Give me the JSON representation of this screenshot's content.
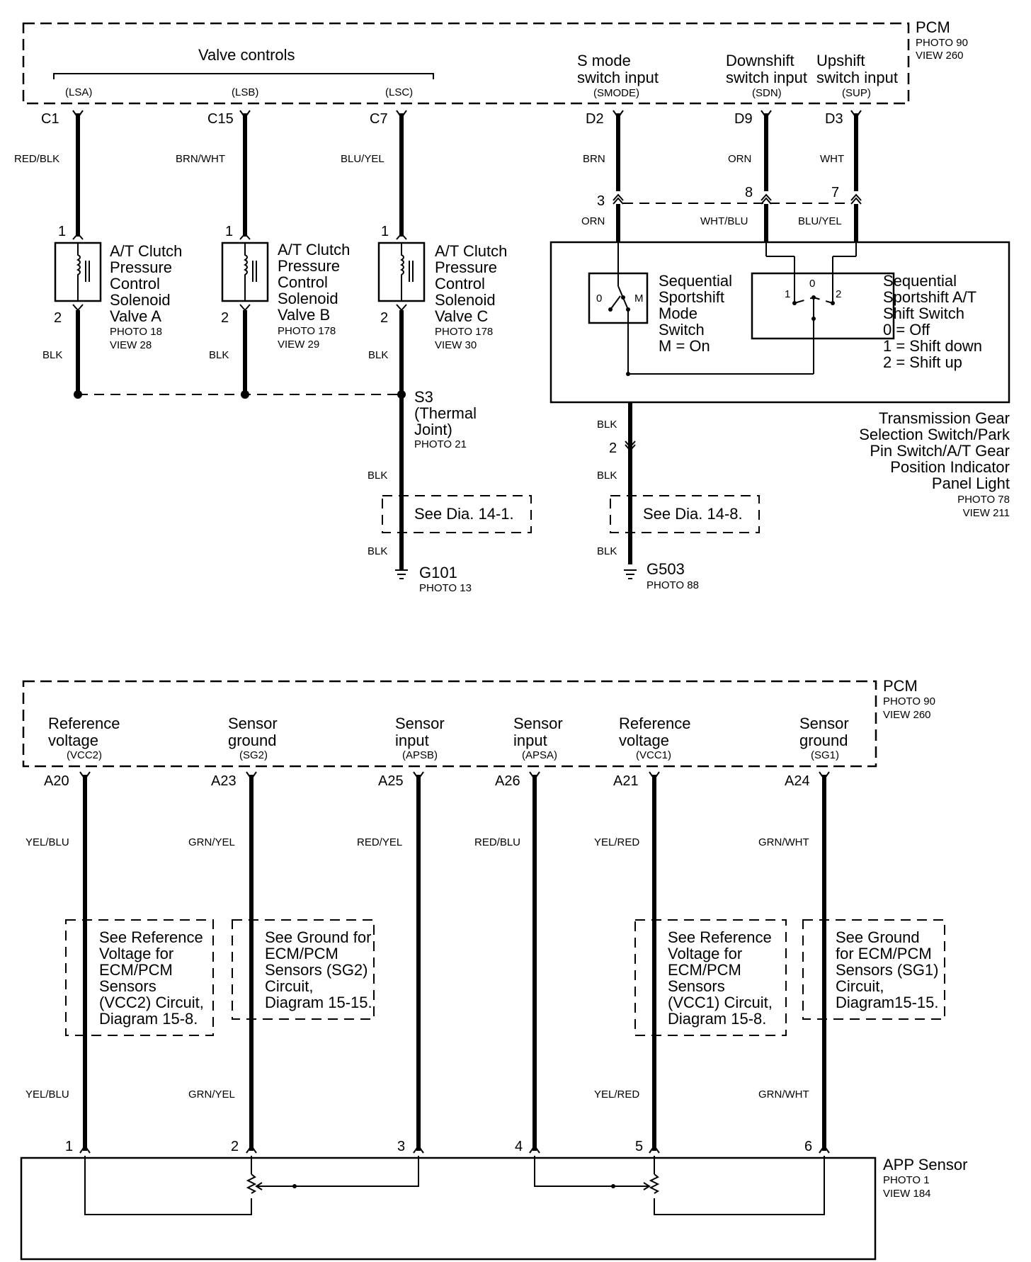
{
  "top": {
    "pcm": {
      "title": "PCM",
      "photo": "PHOTO 90",
      "view": "VIEW 260"
    },
    "valve_controls": "Valve controls",
    "signals": {
      "lsa": "(LSA)",
      "lsb": "(LSB)",
      "lsc": "(LSC)",
      "smode_l1": "S mode",
      "smode_l2": "switch input",
      "smode_code": "(SMODE)",
      "sdn_l1": "Downshift",
      "sdn_l2": "switch input",
      "sdn_code": "(SDN)",
      "sup_l1": "Upshift",
      "sup_l2": "switch input",
      "sup_code": "(SUP)"
    },
    "pins": {
      "c1": "C1",
      "c15": "C15",
      "c7": "C7",
      "d2": "D2",
      "d9": "D9",
      "d3": "D3"
    },
    "wires": {
      "c1": "RED/BLK",
      "c15": "BRN/WHT",
      "c7": "BLU/YEL",
      "d2": "BRN",
      "d9": "ORN",
      "d3": "WHT",
      "orn": "ORN",
      "whtblu": "WHT/BLU",
      "bluyel": "BLU/YEL",
      "blk": "BLK"
    },
    "conn": {
      "one": "1",
      "two": "2",
      "three": "3",
      "seven": "7",
      "eight": "8"
    },
    "sol_a": {
      "l1": "A/T Clutch",
      "l2": "Pressure",
      "l3": "Control",
      "l4": "Solenoid",
      "l5": "Valve A",
      "photo": "PHOTO 18",
      "view": "VIEW 28"
    },
    "sol_b": {
      "l1": "A/T Clutch",
      "l2": "Pressure",
      "l3": "Control",
      "l4": "Solenoid",
      "l5": "Valve B",
      "photo": "PHOTO 178",
      "view": "VIEW 29"
    },
    "sol_c": {
      "l1": "A/T Clutch",
      "l2": "Pressure",
      "l3": "Control",
      "l4": "Solenoid",
      "l5": "Valve C",
      "photo": "PHOTO 178",
      "view": "VIEW 30"
    },
    "seq_mode": {
      "l1": "Sequential",
      "l2": "Sportshift",
      "l3": "Mode",
      "l4": "Switch",
      "l5": "M = On",
      "pos0": "0",
      "posM": "M"
    },
    "seq_shift": {
      "l1": "Sequential",
      "l2": "Sportshift A/T",
      "l3": "Shift Switch",
      "l4": "0  = Off",
      "l5": "1  = Shift down",
      "l6": "2  = Shift up",
      "p0": "0",
      "p1": "1",
      "p2": "2"
    },
    "tgs": {
      "l1": "Transmission Gear",
      "l2": "Selection Switch/Park",
      "l3": "Pin Switch/A/T Gear",
      "l4": "Position Indicator",
      "l5": "Panel Light",
      "photo": "PHOTO 78",
      "view": "VIEW 211"
    },
    "s3": {
      "l1": "S3",
      "l2": "(Thermal",
      "l3": "Joint)",
      "photo": "PHOTO 21"
    },
    "see141": "See Dia. 14-1.",
    "see148": "See Dia. 14-8.",
    "g101": {
      "name": "G101",
      "photo": "PHOTO 13"
    },
    "g503": {
      "name": "G503",
      "photo": "PHOTO 88"
    }
  },
  "bottom": {
    "pcm": {
      "title": "PCM",
      "photo": "PHOTO 90",
      "view": "VIEW 260"
    },
    "signals": [
      {
        "l1": "Reference",
        "l2": "voltage",
        "code": "(VCC2)",
        "pin": "A20",
        "wire": "YEL/BLU",
        "cpin": "1"
      },
      {
        "l1": "Sensor",
        "l2": "ground",
        "code": "(SG2)",
        "pin": "A23",
        "wire": "GRN/YEL",
        "cpin": "2"
      },
      {
        "l1": "Sensor",
        "l2": "input",
        "code": "(APSB)",
        "pin": "A25",
        "wire": "RED/YEL",
        "cpin": "3"
      },
      {
        "l1": "Sensor",
        "l2": "input",
        "code": "(APSA)",
        "pin": "A26",
        "wire": "RED/BLU",
        "cpin": "4"
      },
      {
        "l1": "Reference",
        "l2": "voltage",
        "code": "(VCC1)",
        "pin": "A21",
        "wire": "YEL/RED",
        "cpin": "5"
      },
      {
        "l1": "Sensor",
        "l2": "ground",
        "code": "(SG1)",
        "pin": "A24",
        "wire": "GRN/WHT",
        "cpin": "6"
      }
    ],
    "ref_vcc2": {
      "l1": "See Reference",
      "l2": "Voltage for",
      "l3": "ECM/PCM",
      "l4": "Sensors",
      "l5": "(VCC2) Circuit,",
      "l6": "Diagram 15-8."
    },
    "gnd_sg2": {
      "l1": "See Ground for",
      "l2": "ECM/PCM",
      "l3": "Sensors (SG2)",
      "l4": "Circuit,",
      "l5": "Diagram 15-15."
    },
    "ref_vcc1": {
      "l1": "See Reference",
      "l2": "Voltage for",
      "l3": "ECM/PCM",
      "l4": "Sensors",
      "l5": "(VCC1) Circuit,",
      "l6": "Diagram 15-8."
    },
    "gnd_sg1": {
      "l1": "See Ground",
      "l2": "for ECM/PCM",
      "l3": "Sensors (SG1)",
      "l4": "Circuit,",
      "l5": "Diagram15-15."
    },
    "app": {
      "title": "APP Sensor",
      "photo": "PHOTO 1",
      "view": "VIEW 184"
    }
  }
}
